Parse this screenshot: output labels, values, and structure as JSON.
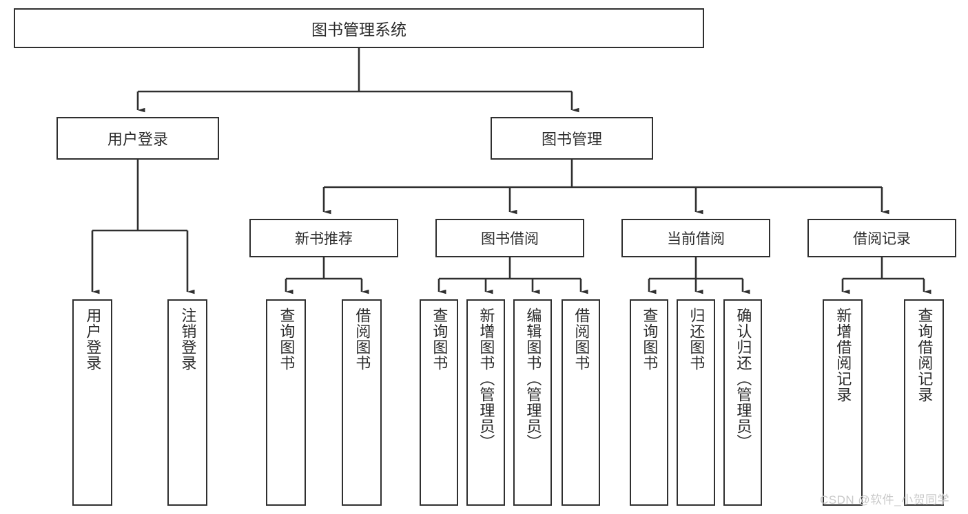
{
  "diagram": {
    "title": "图书管理系统",
    "type": "tree-hierarchy",
    "levels": 4,
    "colors": {
      "border": "#2f2f2f",
      "fill": "#ffffff",
      "text": "#2b2b2b",
      "watermark": "#c9c9c9"
    },
    "nodes": {
      "root": {
        "label": "图书管理系统"
      },
      "level2": [
        {
          "id": "user-login",
          "label": "用户登录"
        },
        {
          "id": "book-manage",
          "label": "图书管理"
        }
      ],
      "level3": [
        {
          "id": "new-book-recommend",
          "label": "新书推荐"
        },
        {
          "id": "book-borrow",
          "label": "图书借阅"
        },
        {
          "id": "current-borrow",
          "label": "当前借阅"
        },
        {
          "id": "borrow-record",
          "label": "借阅记录"
        }
      ],
      "leaves": {
        "user-login": [
          {
            "id": "leaf-user-login",
            "label": "用户登录"
          },
          {
            "id": "leaf-logout",
            "label": "注销登录"
          }
        ],
        "new-book-recommend": [
          {
            "id": "leaf-query-book-1",
            "label": "查询图书"
          },
          {
            "id": "leaf-borrow-book-1",
            "label": "借阅图书"
          }
        ],
        "book-borrow": [
          {
            "id": "leaf-query-book-2",
            "label": "查询图书"
          },
          {
            "id": "leaf-add-book",
            "label": "新增图书（管理员）"
          },
          {
            "id": "leaf-edit-book",
            "label": "编辑图书（管理员）"
          },
          {
            "id": "leaf-borrow-book-2",
            "label": "借阅图书"
          }
        ],
        "current-borrow": [
          {
            "id": "leaf-query-book-3",
            "label": "查询图书"
          },
          {
            "id": "leaf-return-book",
            "label": "归还图书"
          },
          {
            "id": "leaf-confirm-return",
            "label": "确认归还（管理员）"
          }
        ],
        "borrow-record": [
          {
            "id": "leaf-add-record",
            "label": "新增借阅记录"
          },
          {
            "id": "leaf-query-record",
            "label": "查询借阅记录"
          }
        ]
      }
    },
    "watermark": "CSDN @软件_小贺同学"
  }
}
